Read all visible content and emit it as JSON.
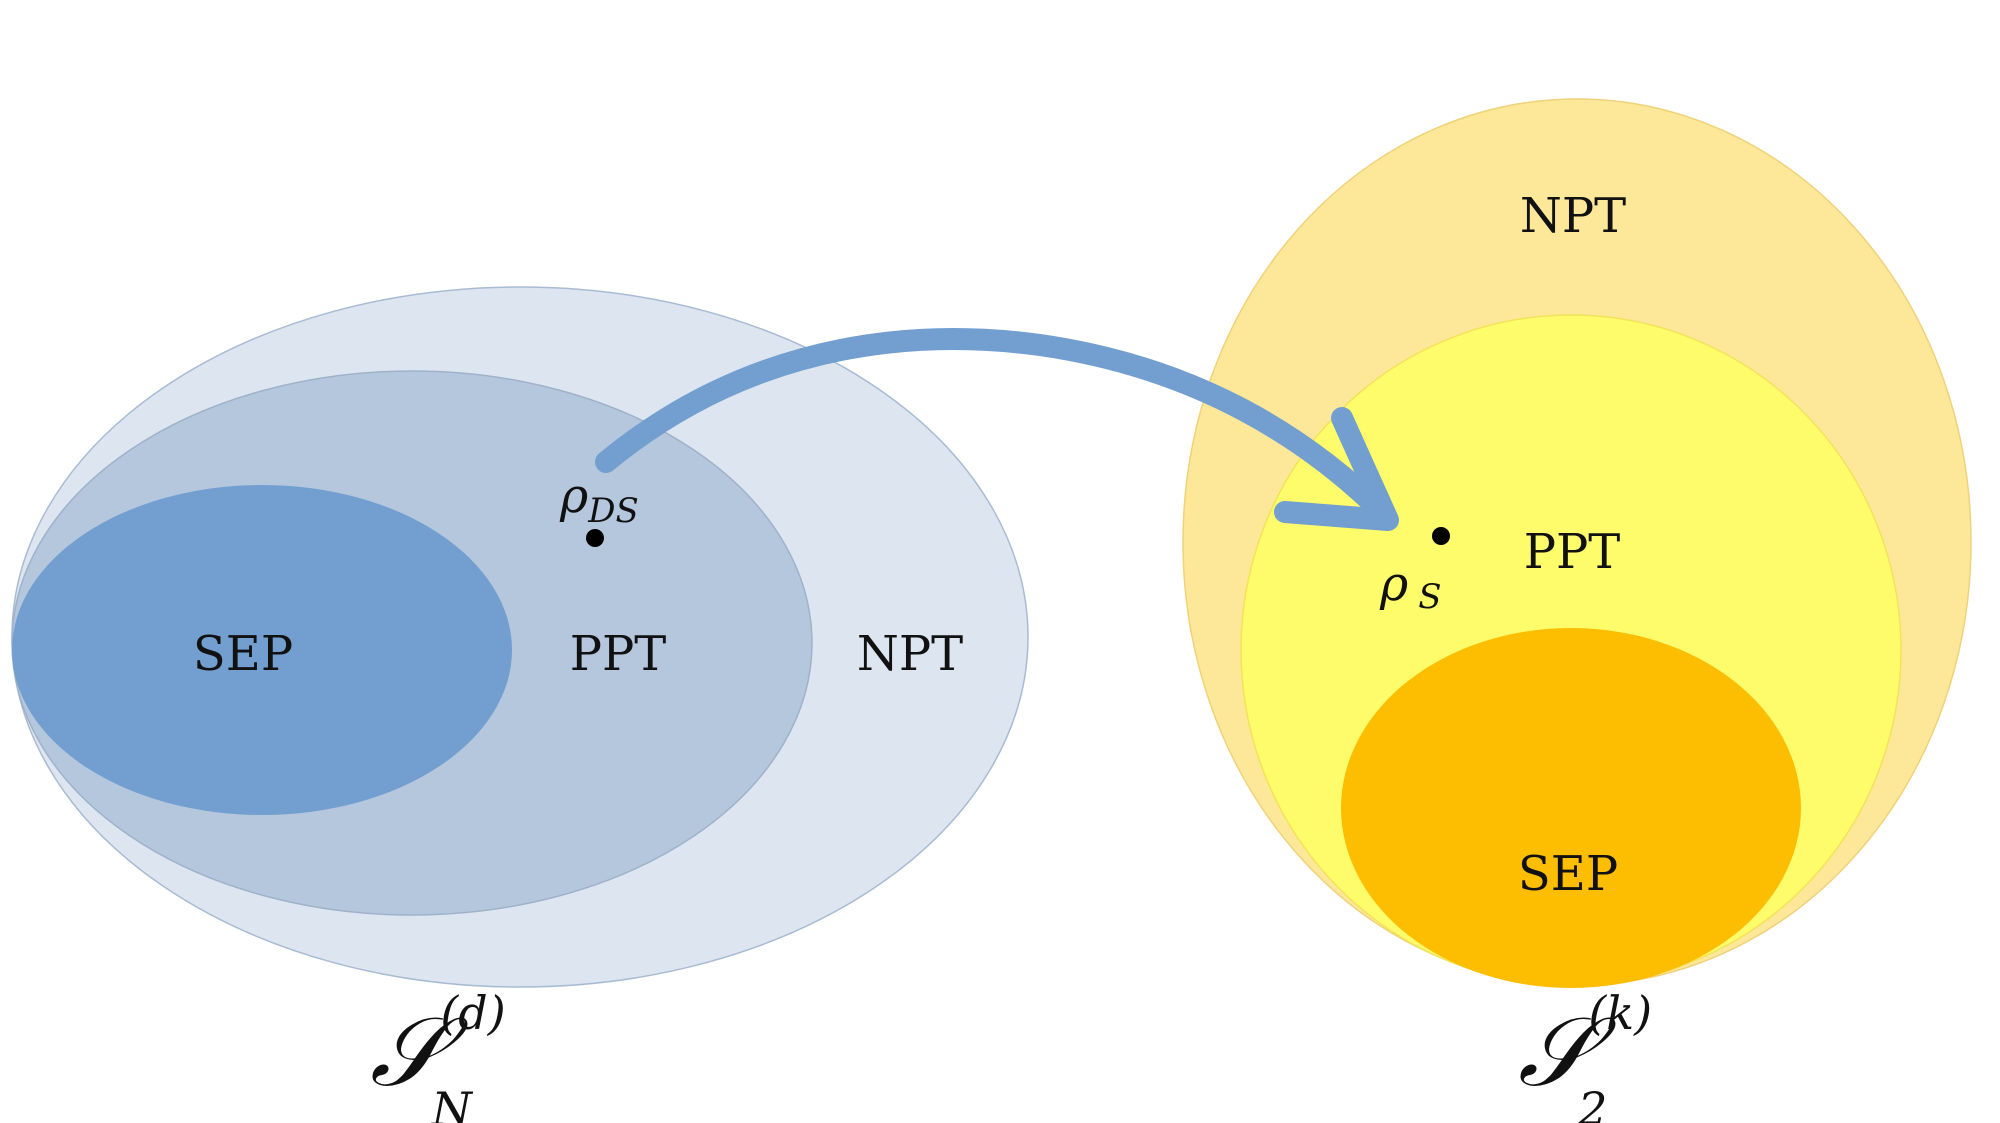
{
  "colors": {
    "left_outer": "#dde6f0",
    "left_middle": "#b5c7dd",
    "left_inner": "#729fd0",
    "right_outer": "#fde89a",
    "right_middle": "#fffc6b",
    "right_inner": "#fdbd00",
    "arrow": "#729fd0",
    "point": "#000000"
  },
  "left": {
    "sep_label": "SEP",
    "ppt_label": "PPT",
    "npt_label": "NPT",
    "rho_base": "ρ",
    "rho_sub": "DS",
    "set_symbol": "𝒮",
    "set_sup": "(d)",
    "set_sub": "N"
  },
  "right": {
    "npt_label": "NPT",
    "ppt_label": "PPT",
    "sep_label": "SEP",
    "rho_base": "ρ",
    "rho_sub": "S",
    "set_symbol": "𝒮",
    "set_sup": "(k)",
    "set_sub": "2"
  }
}
